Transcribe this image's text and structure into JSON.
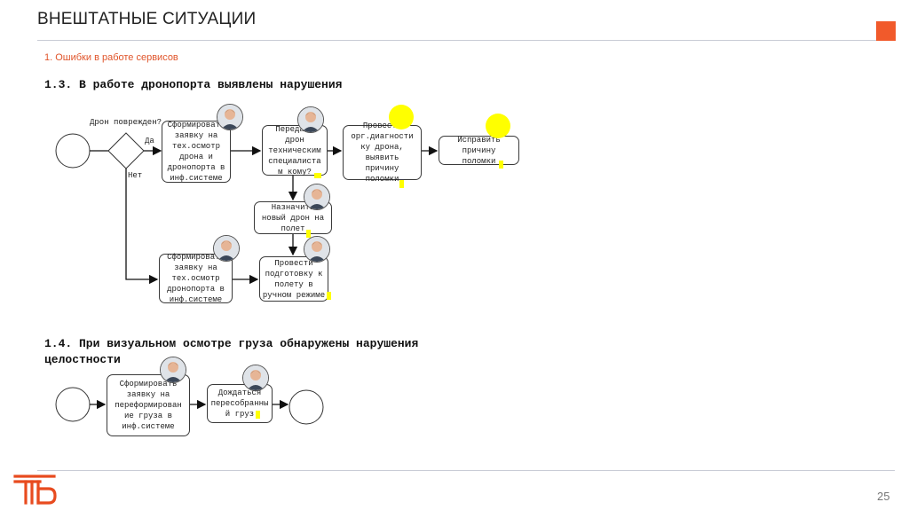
{
  "header": {
    "title": "ВНЕШТАТНЫЕ СИТУАЦИИ",
    "subtitle": "1. Ошибки в работе сервисов",
    "accent_color": "#f15a2b"
  },
  "section_1_3": {
    "heading": "1.3. В работе дронопорта выявлены нарушения",
    "gateway_question": "Дрон поврежден?",
    "yes_label": "Да",
    "no_label": "Нет",
    "tasks": {
      "request_yes": "Сформировать\nзаявку на\nтех.осмотр\nдрона и\nдронопорта в\nинф.системе",
      "transfer": "Передать\nдрон\nтехническим\nспециалиста\nм кому?",
      "diagnostics": "Провести\nорг.диагности\nку дрона,\nвыявить\nпричину\nполомки",
      "fix": "Исправить\nпричину\nполомки",
      "assign_drone": "Назначить\nновый дрон на\nполет",
      "manual_prep": "Провести\nподготовку к\nполету в\nручном режиме",
      "request_no": "Сформировать\nзаявку на\nтех.осмотр\nдронопорта в\nинф.системе"
    }
  },
  "section_1_4": {
    "heading_line1": "1.4. При визуальном осмотре груза обнаружены нарушения",
    "heading_line2": "целостности",
    "tasks": {
      "request_reform": "Сформировать\nзаявку на\nпереформирован\nие груза в\nинф.системе",
      "wait_cargo": "Дождаться\nпересобранны\nй груз"
    }
  },
  "highlight_color": "#ffff00",
  "footer": {
    "page_number": "25",
    "logo_color": "#e84b1f"
  }
}
